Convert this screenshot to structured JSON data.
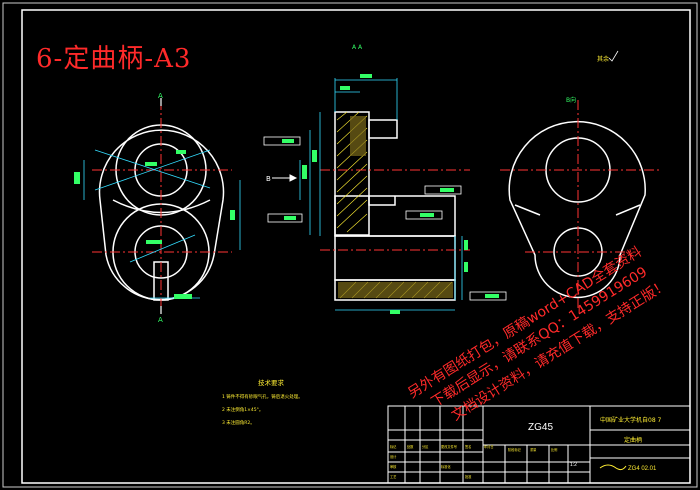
{
  "drawing": {
    "title": "6-定曲柄-A3",
    "section_label": "A A",
    "view_b_label": "B向",
    "finish_mark": "其余",
    "letter_a_top": "A",
    "letter_a_bottom": "A",
    "letter_b": "B",
    "tech_title": "技术要求",
    "tech_items": [
      "1  铸件不得有砂眼气孔，铸后退火处理。",
      "2  未注倒角1×45°。",
      "3  未注圆角R2。"
    ],
    "watermark_lines": [
      "另外有图纸打包，原稿word+CAD全套资料",
      "下载后显示，请联系QQ：1459919609",
      "文档设计资料，请充值下载，支持正版！"
    ]
  },
  "title_block": {
    "material": "ZG45",
    "school": "中国矿业大学机自08 7",
    "part_name": "定曲柄",
    "drawing_no": "ZG4 02.01",
    "scale": "1:2",
    "labels": [
      "标记",
      "处数",
      "分区",
      "更改文件号",
      "签名",
      "年月日",
      "设计",
      "审核",
      "工艺",
      "批准",
      "标准化",
      "阶段标记",
      "重量",
      "比例"
    ]
  }
}
